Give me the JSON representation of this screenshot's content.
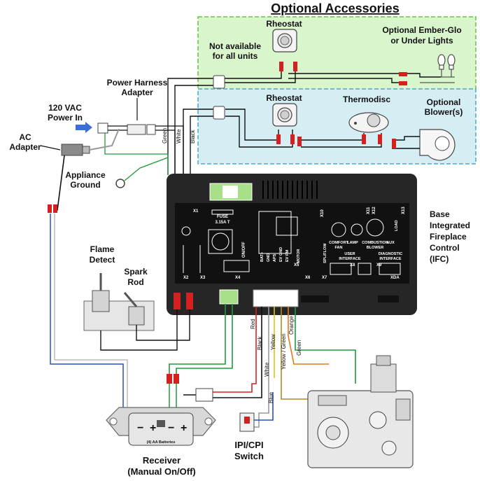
{
  "title": "Optional Accessories",
  "labels": {
    "rheostat_top": "Rheostat",
    "not_available_1": "Not available",
    "not_available_2": "for all units",
    "ember_glo_1": "Optional Ember-Glo",
    "ember_glo_2": "or Under Lights",
    "rheostat_mid": "Rheostat",
    "thermodisc": "Thermodisc",
    "blower_1": "Optional",
    "blower_2": "Blower(s)",
    "power_harness_1": "Power Harness",
    "power_harness_2": "Adapter",
    "vac_1": "120 VAC",
    "vac_2": "Power In",
    "ac_adapter_1": "AC",
    "ac_adapter_2": "Adapter",
    "appliance_ground_1": "Appliance",
    "appliance_ground_2": "Ground",
    "flame_detect_1": "Flame",
    "flame_detect_2": "Detect",
    "spark_rod_1": "Spark",
    "spark_rod_2": "Rod",
    "ifc_1": "Base",
    "ifc_2": "Integrated",
    "ifc_3": "Fireplace",
    "ifc_4": "Control",
    "ifc_5": "(IFC)",
    "receiver_1": "Receiver",
    "receiver_2": "(Manual On/Off)",
    "ipi_1": "IPI/CPI",
    "ipi_2": "Switch",
    "batteries": "(4) AA Batteries"
  },
  "wires": {
    "green": "Green",
    "white": "White",
    "black": "Black",
    "red": "Red",
    "black2": "Black",
    "white2": "White",
    "yellow": "Yellow",
    "yellow_green": "Yellow / Green",
    "orange": "Orange",
    "green2": "Green",
    "blue": "Blue"
  },
  "ifc_board": {
    "fuse_1": "FUSE",
    "fuse_2": "3.15A T",
    "x1": "X1",
    "x2": "X2",
    "x3": "X3",
    "x4": "X4",
    "x5": "X5",
    "x6": "X6",
    "x7": "X7",
    "x8": "X8",
    "x9": "X9",
    "x10": "X10",
    "x11": "X11",
    "x12": "X12",
    "x13": "X13",
    "xda": "XDA",
    "onoff": "ON/OFF",
    "comfort_fan_1": "COMFORT",
    "comfort_fan_2": "FAN",
    "lamp": "LAMP",
    "combustion_1": "COMBUSTION",
    "combustion_2": "BLOWER",
    "aux": "AUX",
    "load": "LOAD",
    "user_interface_1": "USER",
    "user_interface_2": "INTERFACE",
    "diagnostic_1": "DIAGNOSTIC",
    "diagnostic_2": "INTERFACE",
    "spl_flow": "SPL/FLOW",
    "motor": "MOTOR",
    "pins": [
      "BAT+",
      "GND",
      "APS",
      "EV GND",
      "EV PM"
    ]
  },
  "colors": {
    "optional_green_box": "#d9f5cc",
    "optional_green_border": "#6cbf4c",
    "optional_blue_box": "#d4eef4",
    "optional_blue_border": "#4aa8c8",
    "ifc_body": "#262626",
    "connector_red": "#d62020",
    "wire_green": "#1f9a3a",
    "wire_red": "#d62020",
    "wire_yellow": "#e0c51a",
    "wire_orange": "#e07a1a",
    "wire_blue": "#2a4fc8",
    "wire_black": "#111111"
  },
  "icons": [
    "rheostat-icon",
    "light-bulb-icon",
    "thermodisc-icon",
    "blower-icon",
    "power-plug-icon",
    "ac-adapter-icon",
    "ground-ring-icon",
    "flame-sensor-icon",
    "spark-rod-icon",
    "receiver-icon",
    "switch-icon",
    "gas-valve-icon",
    "arrow-right-icon"
  ]
}
